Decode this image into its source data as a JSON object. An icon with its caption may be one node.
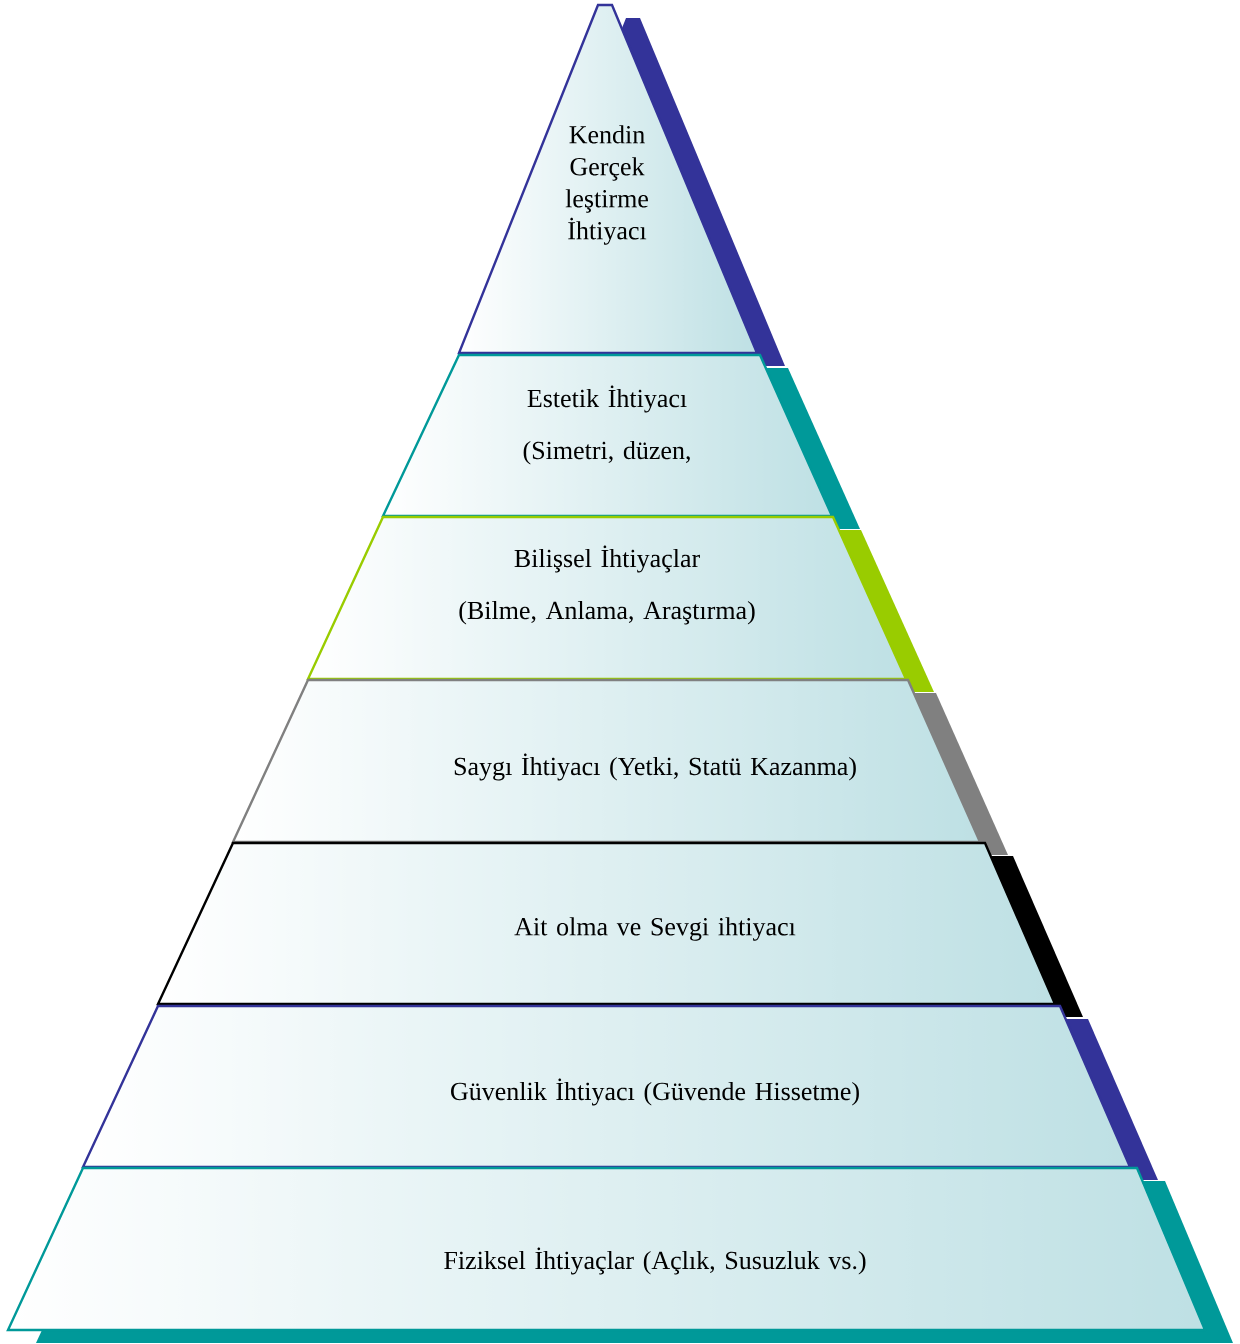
{
  "diagram": {
    "nodes": [
      {
        "text": [
          "Kendin Gerçek leştirme İhtiyacı"
        ]
      },
      {
        "text": [
          "Estetik İhtiyacı",
          "(Simetri, düzen,"
        ]
      },
      {
        "text": [
          "Bilişsel İhtiyaçlar",
          "(Bilme, Anlama, Araştırma)"
        ]
      },
      {
        "text": [
          "Saygı İhtiyacı (Yetki, Statü Kazanma)"
        ]
      },
      {
        "text": [
          "Ait olma ve Sevgi ihtiyacı"
        ]
      },
      {
        "text": [
          "Güvenlik İhtiyacı (Güvende Hissetme)"
        ]
      },
      {
        "text": [
          "Fiziksel İhtiyaçlar (Açlık, Susuzluk vs.)"
        ]
      }
    ]
  }
}
